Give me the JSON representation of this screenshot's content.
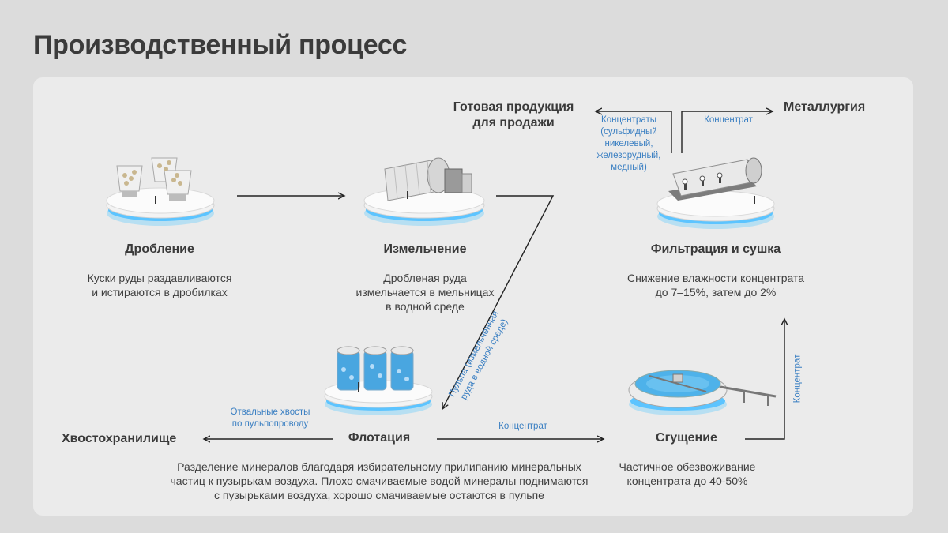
{
  "title": "Производственный процесс",
  "stages": {
    "crushing": {
      "title": "Дробление",
      "desc_lines": [
        "Куски руды раздавливаются",
        "и истираются в дробилках"
      ]
    },
    "grinding": {
      "title": "Измельчение",
      "desc_lines": [
        "Дробленая руда",
        "измельчается в мельницах",
        "в водной среде"
      ]
    },
    "filtration": {
      "title": "Фильтрация и сушка",
      "desc_lines": [
        "Снижение влажности концентрата",
        "до 7–15%, затем до 2%"
      ]
    },
    "flotation": {
      "title": "Флотация",
      "desc_lines": [
        "Разделение минералов благодаря избирательному прилипанию минеральных",
        "частиц к пузырькам воздуха. Плохо смачиваемые водой минералы поднимаются",
        "с пузырьками воздуха, хорошо смачиваемые остаются в пульпе"
      ]
    },
    "thickening": {
      "title": "Сгущение",
      "desc_lines": [
        "Частичное обезвоживание",
        "концентрата до 40-50%"
      ]
    }
  },
  "destinations": {
    "products_lines": [
      "Готовая продукция",
      "для продажи"
    ],
    "metallurgy": "Металлургия",
    "tailings": "Хвостохранилище"
  },
  "flow_labels": {
    "concentrates_lines": [
      "Концентраты",
      "(сульфидный",
      "никелевый,",
      "железорудный,",
      "медный)"
    ],
    "concentrate_metallurgy": "Концентрат",
    "pulp_lines": [
      "Пульпа (измельченная",
      "руда в водной среде)"
    ],
    "tailings_lines": [
      "Отвальные хвосты",
      "по пульпопроводу"
    ],
    "concentrate_flotation": "Концентрат",
    "concentrate_thickening": "Концентрат"
  },
  "colors": {
    "accent_blue": "#3a7fc2",
    "glow_blue": "#4fb6ff",
    "panel_bg": "#ebebeb",
    "page_bg": "#dcdcdc"
  },
  "icons": [
    "crusher-icon",
    "ball-mill-icon",
    "filter-dryer-icon",
    "flotation-cells-icon",
    "thickener-icon"
  ]
}
